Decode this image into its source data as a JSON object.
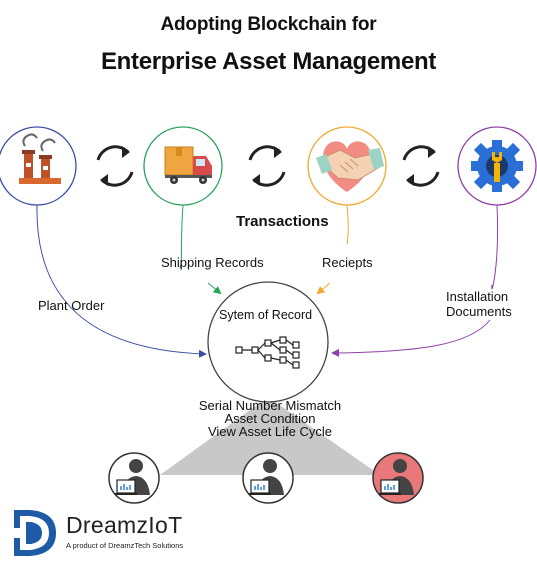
{
  "title": {
    "line1": "Adopting Blockchain for",
    "line2": "Enterprise Asset Management"
  },
  "transactions_label": "Transactions",
  "flows": {
    "plant_order": "Plant Order",
    "shipping_records": "Shipping Records",
    "receipts": "Reciepts",
    "installation_line1": "Installation",
    "installation_line2": "Documents"
  },
  "center": {
    "system_label": "Sytem of Record"
  },
  "details": {
    "line1": "Serial Number Mismatch",
    "line2": "Asset Condition",
    "line3": "View Asset Life Cycle"
  },
  "brand": {
    "name": "DreamzIoT",
    "tagline": "A product of DreamzTech Solutions"
  },
  "icons": {
    "nodes": [
      "factory-icon",
      "delivery-truck-icon",
      "handshake-icon",
      "gear-wrench-icon"
    ],
    "sync": "sync-arrows-icon",
    "center": "blockchain-network-icon",
    "users": [
      "user-computer-icon",
      "user-computer-icon",
      "user-computer-icon"
    ]
  },
  "colors": {
    "factory_ring": "#3a4fa3",
    "truck_ring": "#27a35a",
    "handshake_ring": "#f0a830",
    "gear_ring": "#8e3fa8",
    "highlight_user": "#e8787a",
    "logo_blue": "#1f5aa6"
  }
}
